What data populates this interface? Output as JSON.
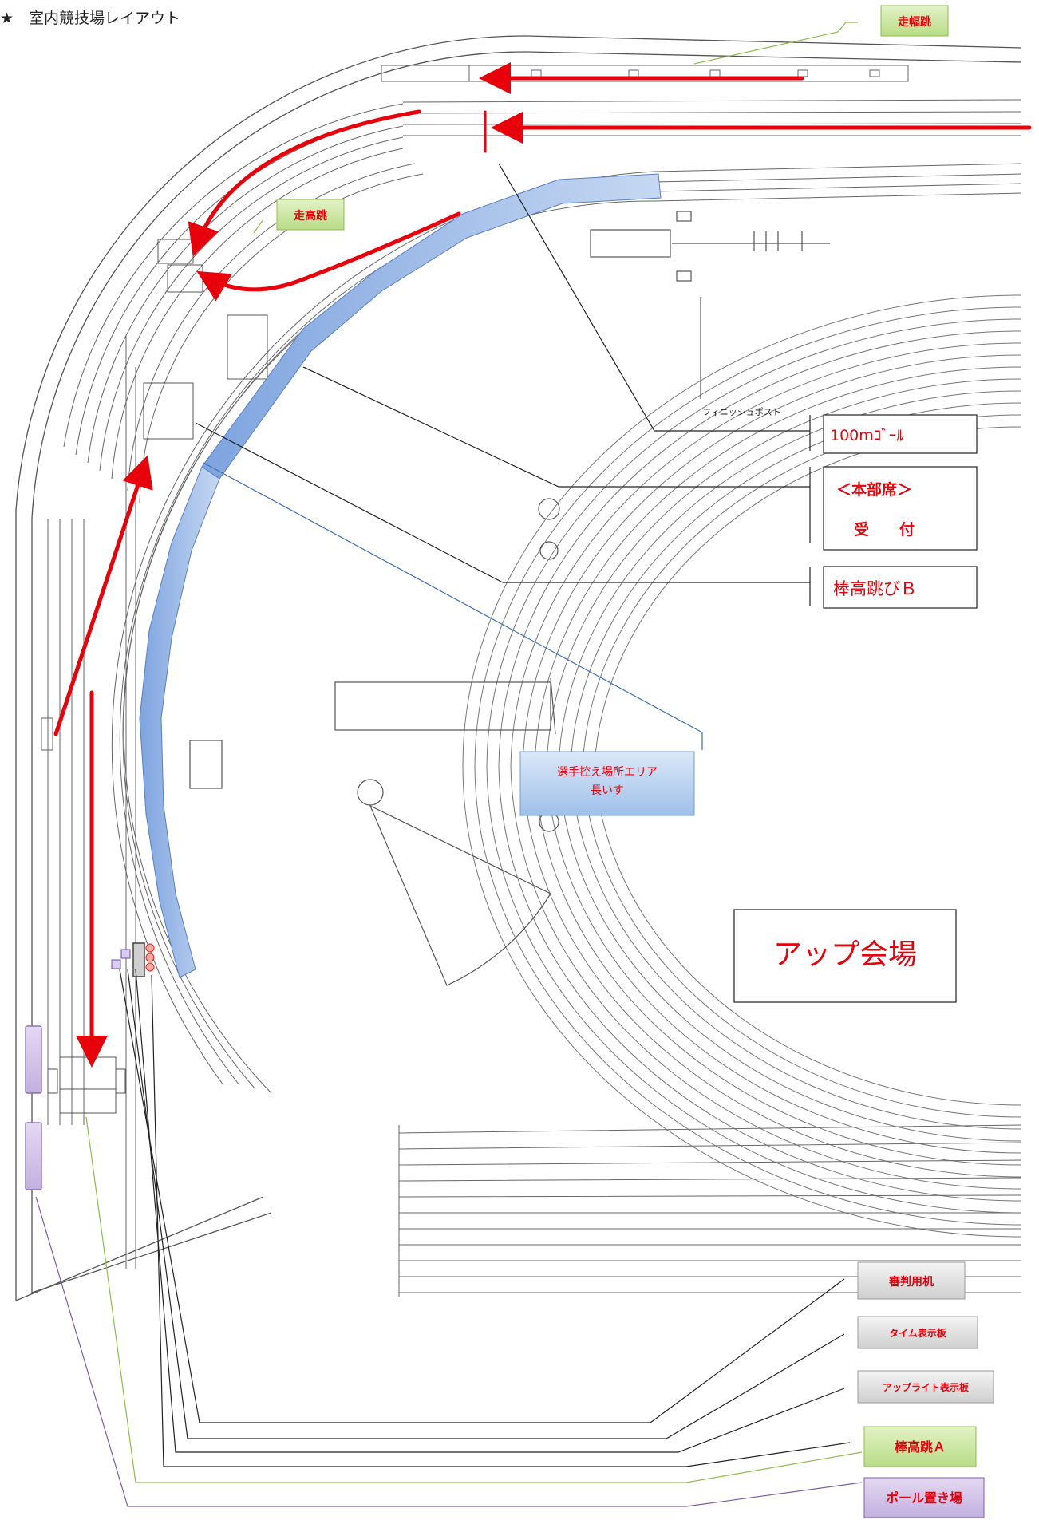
{
  "title": "★　室内競技場レイアウト",
  "map_labels": {
    "long_jump": "走幅跳",
    "high_jump": "走高跳",
    "finish_post": "フィニッシュポスト",
    "goal_100m": "100mｺﾞｰﾙ",
    "hq_line1": "＜本部席＞",
    "hq_line2": "受　　付",
    "pole_vault_b": "棒高跳びＢ",
    "athlete_area_line1": "選手控え場所エリア",
    "athlete_area_line2": "長いす",
    "warmup_area": "アップ会場",
    "judge_desk": "審判用机",
    "time_board": "タイム表示板",
    "upright_board": "アップライト表示板",
    "pole_vault_a": "棒高跳Ａ",
    "pole_storage": "ポール置き場"
  },
  "colors": {
    "accent_red": "#e8000b",
    "bench_blue": "#9bbbe8",
    "green_label": "#c6e59a",
    "green_line": "#8fbc4f",
    "purple": "#c9b6e4",
    "purple_line": "#7a5ea8",
    "gray_label": "#e6e6e6",
    "track_line": "#555555"
  }
}
